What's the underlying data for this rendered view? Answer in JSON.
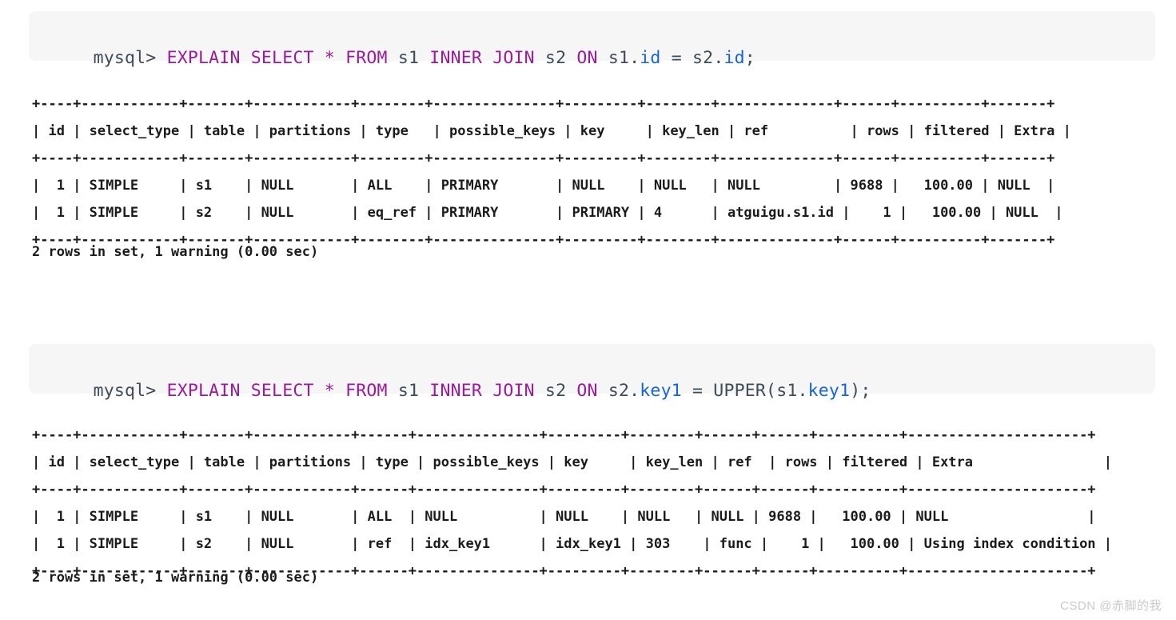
{
  "blocks": [
    {
      "id": "query-1",
      "prompt": "mysql> ",
      "sql_plain": "EXPLAIN SELECT * FROM s1 INNER JOIN s2 ON s1.id = s2.id;",
      "sql_tokens": [
        {
          "t": "prompt",
          "v": "mysql> "
        },
        {
          "t": "kw",
          "v": "EXPLAIN"
        },
        {
          "t": "punct",
          "v": " "
        },
        {
          "t": "kw",
          "v": "SELECT"
        },
        {
          "t": "punct",
          "v": " "
        },
        {
          "t": "kw",
          "v": "*"
        },
        {
          "t": "punct",
          "v": " "
        },
        {
          "t": "kw",
          "v": "FROM"
        },
        {
          "t": "punct",
          "v": " "
        },
        {
          "t": "ident",
          "v": "s1"
        },
        {
          "t": "punct",
          "v": " "
        },
        {
          "t": "kw",
          "v": "INNER"
        },
        {
          "t": "punct",
          "v": " "
        },
        {
          "t": "kw",
          "v": "JOIN"
        },
        {
          "t": "punct",
          "v": " "
        },
        {
          "t": "ident",
          "v": "s2"
        },
        {
          "t": "punct",
          "v": " "
        },
        {
          "t": "kw",
          "v": "ON"
        },
        {
          "t": "punct",
          "v": " "
        },
        {
          "t": "ident",
          "v": "s1"
        },
        {
          "t": "punct",
          "v": "."
        },
        {
          "t": "prop",
          "v": "id"
        },
        {
          "t": "punct",
          "v": " = "
        },
        {
          "t": "ident",
          "v": "s2"
        },
        {
          "t": "punct",
          "v": "."
        },
        {
          "t": "prop",
          "v": "id"
        },
        {
          "t": "punct",
          "v": ";"
        }
      ],
      "table": {
        "columns": [
          "id",
          "select_type",
          "table",
          "partitions",
          "type",
          "possible_keys",
          "key",
          "key_len",
          "ref",
          "rows",
          "filtered",
          "Extra"
        ],
        "widths": [
          4,
          12,
          7,
          12,
          8,
          15,
          9,
          8,
          14,
          6,
          10,
          7
        ],
        "align": [
          "right",
          "left",
          "left",
          "left",
          "left",
          "left",
          "left",
          "left",
          "left",
          "right",
          "right",
          "left"
        ],
        "rows": [
          [
            "1",
            "SIMPLE",
            "s1",
            "NULL",
            "ALL",
            "PRIMARY",
            "NULL",
            "NULL",
            "NULL",
            "9688",
            "100.00",
            "NULL"
          ],
          [
            "1",
            "SIMPLE",
            "s2",
            "NULL",
            "eq_ref",
            "PRIMARY",
            "PRIMARY",
            "4",
            "atguigu.s1.id",
            "1",
            "100.00",
            "NULL"
          ]
        ]
      },
      "status": "2 rows in set, 1 warning (0.00 sec)"
    },
    {
      "id": "query-2",
      "prompt": "mysql> ",
      "sql_plain": "EXPLAIN SELECT * FROM s1 INNER JOIN s2 ON s2.key1 = UPPER(s1.key1);",
      "sql_tokens": [
        {
          "t": "prompt",
          "v": "mysql> "
        },
        {
          "t": "kw",
          "v": "EXPLAIN"
        },
        {
          "t": "punct",
          "v": " "
        },
        {
          "t": "kw",
          "v": "SELECT"
        },
        {
          "t": "punct",
          "v": " "
        },
        {
          "t": "kw",
          "v": "*"
        },
        {
          "t": "punct",
          "v": " "
        },
        {
          "t": "kw",
          "v": "FROM"
        },
        {
          "t": "punct",
          "v": " "
        },
        {
          "t": "ident",
          "v": "s1"
        },
        {
          "t": "punct",
          "v": " "
        },
        {
          "t": "kw",
          "v": "INNER"
        },
        {
          "t": "punct",
          "v": " "
        },
        {
          "t": "kw",
          "v": "JOIN"
        },
        {
          "t": "punct",
          "v": " "
        },
        {
          "t": "ident",
          "v": "s2"
        },
        {
          "t": "punct",
          "v": " "
        },
        {
          "t": "kw",
          "v": "ON"
        },
        {
          "t": "punct",
          "v": " "
        },
        {
          "t": "ident",
          "v": "s2"
        },
        {
          "t": "punct",
          "v": "."
        },
        {
          "t": "prop",
          "v": "key1"
        },
        {
          "t": "punct",
          "v": " = "
        },
        {
          "t": "fn",
          "v": "UPPER"
        },
        {
          "t": "punct",
          "v": "("
        },
        {
          "t": "ident",
          "v": "s1"
        },
        {
          "t": "punct",
          "v": "."
        },
        {
          "t": "prop",
          "v": "key1"
        },
        {
          "t": "punct",
          "v": ")"
        },
        {
          "t": "punct",
          "v": ";"
        }
      ],
      "table": {
        "columns": [
          "id",
          "select_type",
          "table",
          "partitions",
          "type",
          "possible_keys",
          "key",
          "key_len",
          "ref",
          "rows",
          "filtered",
          "Extra"
        ],
        "widths": [
          4,
          12,
          7,
          12,
          6,
          15,
          9,
          8,
          6,
          6,
          10,
          22
        ],
        "align": [
          "right",
          "left",
          "left",
          "left",
          "left",
          "left",
          "left",
          "left",
          "left",
          "right",
          "right",
          "left"
        ],
        "rows": [
          [
            "1",
            "SIMPLE",
            "s1",
            "NULL",
            "ALL",
            "NULL",
            "NULL",
            "NULL",
            "NULL",
            "9688",
            "100.00",
            "NULL"
          ],
          [
            "1",
            "SIMPLE",
            "s2",
            "NULL",
            "ref",
            "idx_key1",
            "idx_key1",
            "303",
            "func",
            "1",
            "100.00",
            "Using index condition"
          ]
        ]
      },
      "status": "2 rows in set, 1 warning (0.00 sec)"
    }
  ],
  "watermark": {
    "text": "CSDN @赤脚的我"
  },
  "colors": {
    "code_bg": "#f6f6f7",
    "keyword": "#9b1b9b",
    "identifier": "#3f4b56",
    "property": "#1565d8",
    "table_text": "#1b1b1b",
    "watermark": "#c9c9c9"
  }
}
